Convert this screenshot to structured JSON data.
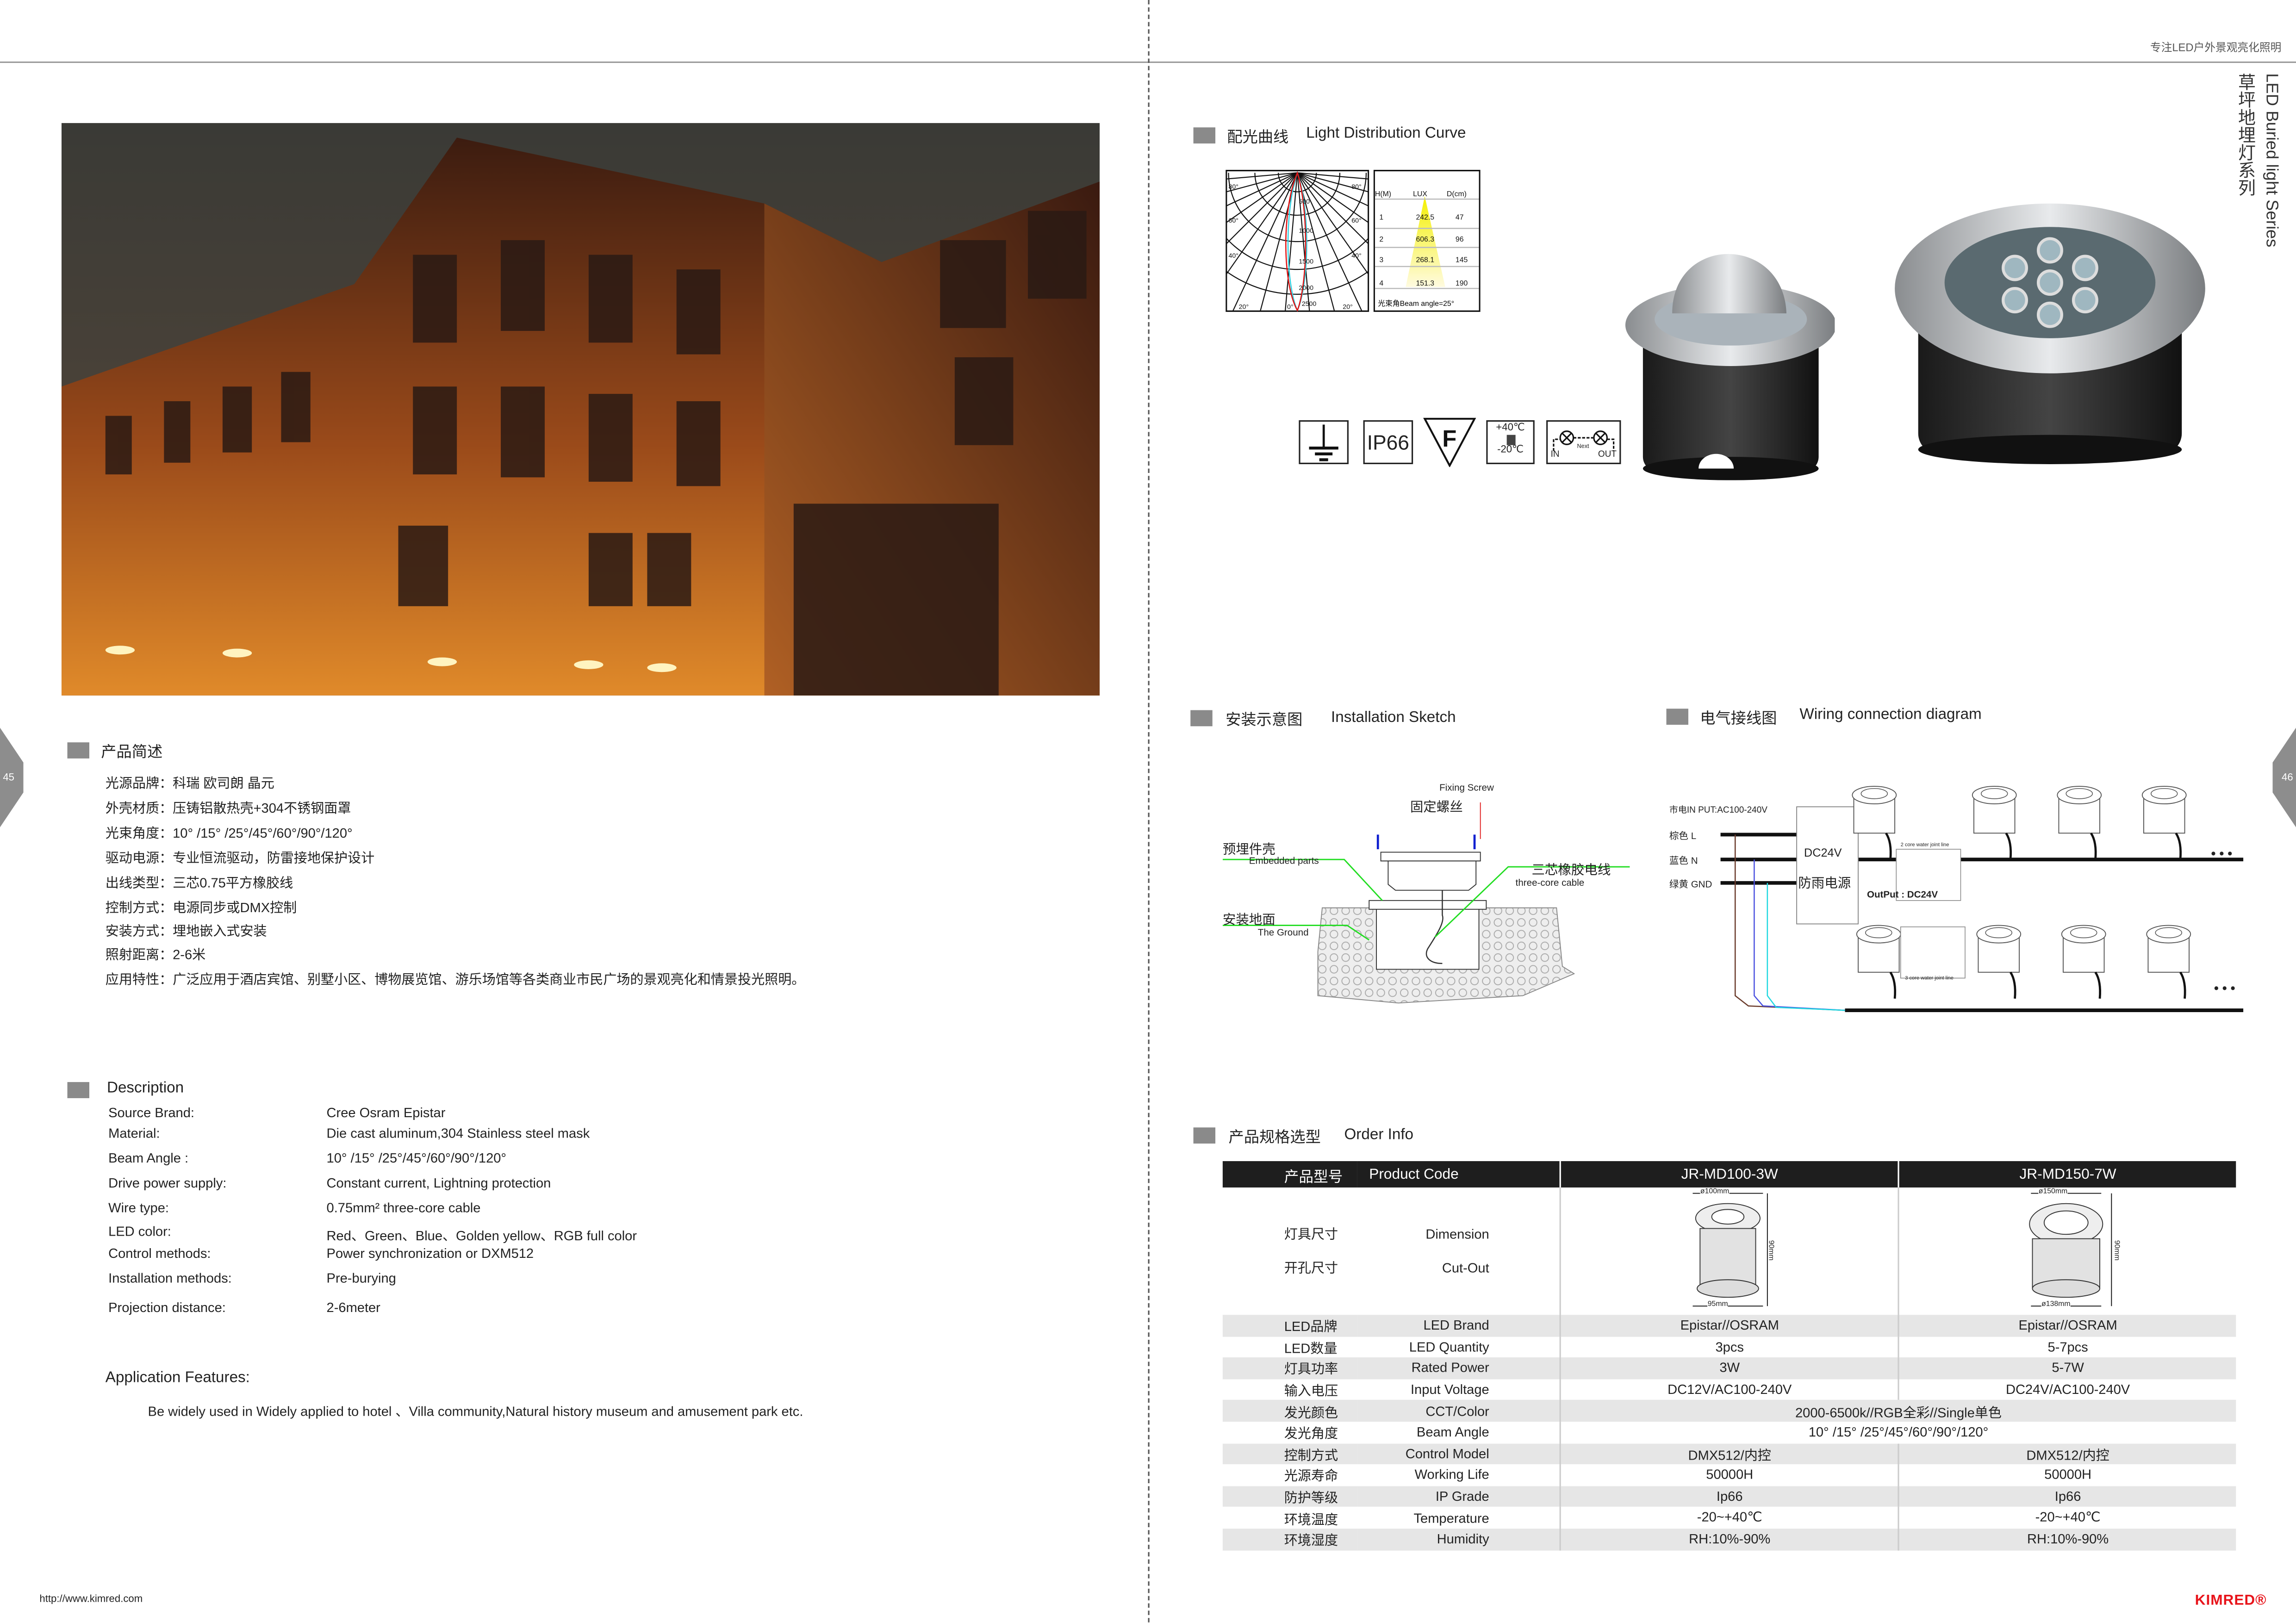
{
  "header": {
    "slogan": "专注LED户外景观亮化照明",
    "series_cn": "草坪地埋灯系列",
    "series_en": "LED Buried light Series"
  },
  "pages": {
    "left": "45",
    "right": "46"
  },
  "footer": {
    "url": "http://www.kimred.com",
    "logo": "KIMRED®"
  },
  "overview_cn": {
    "title": "产品简述",
    "lines": [
      "光源品牌：科瑞 欧司朗 晶元",
      "外壳材质：压铸铝散热壳+304不锈钢面罩",
      "光束角度：10° /15° /25°/45°/60°/90°/120°",
      "驱动电源：专业恒流驱动，防雷接地保护设计",
      "出线类型：三芯0.75平方橡胶线",
      "控制方式：电源同步或DMX控制",
      "安装方式：埋地嵌入式安装",
      "照射距离：2-6米",
      "应用特性：广泛应用于酒店宾馆、别墅小区、博物展览馆、游乐场馆等各类商业市民广场的景观亮化和情景投光照明。"
    ]
  },
  "description": {
    "title": "Description",
    "rows": [
      {
        "label": "Source Brand:",
        "value": "Cree Osram Epistar"
      },
      {
        "label": "Material:",
        "value": "Die cast aluminum,304 Stainless steel mask"
      },
      {
        "label": "Beam Angle :",
        "value": "10° /15° /25°/45°/60°/90°/120°"
      },
      {
        "label": "Drive power supply:",
        "value": "Constant current,  Lightning protection"
      },
      {
        "label": "Wire type:",
        "value": "0.75mm² three-core cable"
      },
      {
        "label": "LED color:",
        "value": "Red、Green、Blue、Golden yellow、RGB full color"
      },
      {
        "label": "Control methods:",
        "value": "Power synchronization or DXM512"
      },
      {
        "label": "Installation methods:",
        "value": "Pre-burying"
      },
      {
        "label": "Projection distance:",
        "value": "2-6meter"
      }
    ],
    "app_title": "Application Features:",
    "app_text": "Be widely used in Widely applied to hotel 、Villa community,Natural history museum and amusement park etc."
  },
  "light_distribution": {
    "title_cn": "配光曲线",
    "title_en": "Light Distribution Curve",
    "polar_angle_labels": [
      "80°",
      "60°",
      "40°",
      "20°",
      "0°"
    ],
    "polar_ring_labels": [
      "500",
      "1000",
      "1500",
      "2000",
      "2500"
    ],
    "table_headers": [
      "H(M)",
      "LUX",
      "D(cm)"
    ],
    "table_rows": [
      [
        "1",
        "242.5",
        "47"
      ],
      [
        "2",
        "606.3",
        "96"
      ],
      [
        "3",
        "268.1",
        "145"
      ],
      [
        "4",
        "151.3",
        "190"
      ]
    ],
    "beam_note": "光束角Beam angle=25°"
  },
  "cert_icons": {
    "ip": "IP66",
    "f_mark": "F",
    "temp_high": "+40℃",
    "temp_low": "-20℃",
    "in": "IN",
    "out": "OUT",
    "next": "Next"
  },
  "installation": {
    "title_cn": "安装示意图",
    "title_en": "Installation Sketch",
    "screw_en": "Fixing Screw",
    "screw_cn": "固定螺丝",
    "embedded_cn": "预埋件壳",
    "embedded_en": "Embedded parts",
    "ground_cn": "安装地面",
    "ground_en": "The Ground",
    "cable_cn": "三芯橡胶电线",
    "cable_en": "three-core cable"
  },
  "wiring": {
    "title_cn": "电气接线图",
    "title_en": "Wiring connection diagram",
    "input": "市电IN PUT:AC100-240V",
    "l": "棕色 L",
    "n": "蓝色 N",
    "gnd": "绿黄 GND",
    "psu_v": "DC24V",
    "psu_cn": "防雨电源",
    "output": "OutPut : DC24V",
    "joint2": "2 core water joint line",
    "joint3": "3 core water joint line",
    "ellipsis": "• • •"
  },
  "order": {
    "title_cn": "产品规格选型",
    "title_en": "Order Info",
    "head": {
      "cn": "产品型号",
      "en": "Product Code",
      "m1": "JR-MD100-3W",
      "m2": "JR-MD150-7W"
    },
    "dim": {
      "cn1": "灯具尺寸",
      "en1": "Dimension",
      "cn2": "开孔尺寸",
      "en2": "Cut-Out",
      "m1_top": "ø100mm",
      "m1_h": "90mm",
      "m1_bottom": "95mm",
      "m2_top": "ø150mm",
      "m2_h": "90mm",
      "m2_bottom": "ø138mm"
    },
    "rows": [
      {
        "cn": "LED品牌",
        "en": "LED Brand",
        "v1": "Epistar//OSRAM",
        "v2": "Epistar//OSRAM"
      },
      {
        "cn": "LED数量",
        "en": "LED Quantity",
        "v1": "3pcs",
        "v2": "5-7pcs"
      },
      {
        "cn": "灯具功率",
        "en": "Rated Power",
        "v1": "3W",
        "v2": "5-7W"
      },
      {
        "cn": "输入电压",
        "en": "Input Voltage",
        "v1": "DC12V/AC100-240V",
        "v2": "DC24V/AC100-240V"
      },
      {
        "cn": "发光颜色",
        "en": "CCT/Color",
        "span": "2000-6500k//RGB全彩//Single单色"
      },
      {
        "cn": "发光角度",
        "en": "Beam Angle",
        "span": "10° /15° /25°/45°/60°/90°/120°"
      },
      {
        "cn": "控制方式",
        "en": "Control Model",
        "v1": "DMX512/内控",
        "v2": "DMX512/内控"
      },
      {
        "cn": "光源寿命",
        "en": "Working Life",
        "v1": "50000H",
        "v2": "50000H"
      },
      {
        "cn": "防护等级",
        "en": "IP Grade",
        "v1": "Ip66",
        "v2": "Ip66"
      },
      {
        "cn": "环境温度",
        "en": "Temperature",
        "v1": "-20~+40℃",
        "v2": "-20~+40℃"
      },
      {
        "cn": "环境湿度",
        "en": "Humidity",
        "v1": "RH:10%-90%",
        "v2": "RH:10%-90%"
      }
    ]
  },
  "colors": {
    "brand": "#e8141b",
    "section_square": "#8a8a8a",
    "table_header": "#1e1e1e",
    "stripe": "#e6e6e6"
  }
}
